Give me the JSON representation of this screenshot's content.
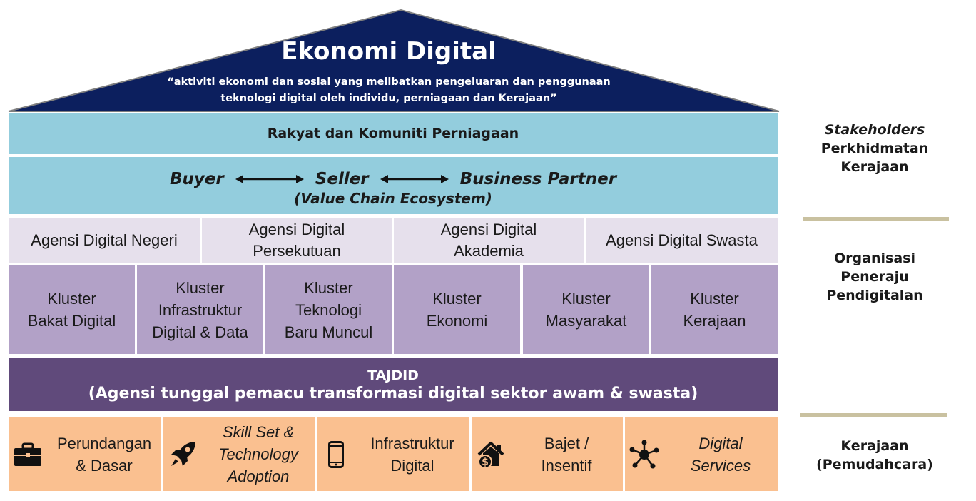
{
  "roof": {
    "title": "Ekonomi Digital",
    "subtitle_line1": "“aktiviti ekonomi dan sosial yang melibatkan pengeluaran dan penggunaan",
    "subtitle_line2": "teknologi digital oleh individu, perniagaan dan Kerajaan”"
  },
  "band1": {
    "label": "Rakyat dan Komuniti Perniagaan"
  },
  "band2": {
    "buyer": "Buyer",
    "seller": "Seller",
    "partner": "Business Partner",
    "subtitle": "(Value Chain Ecosystem)"
  },
  "agencies": [
    {
      "line1": "Agensi Digital Negeri",
      "line2": ""
    },
    {
      "line1": "Agensi Digital",
      "line2": "Persekutuan"
    },
    {
      "line1": "Agensi Digital",
      "line2": "Akademia"
    },
    {
      "line1": "Agensi Digital Swasta",
      "line2": ""
    }
  ],
  "clusters": [
    {
      "line1": "Kluster",
      "line2": "Bakat Digital",
      "line3": ""
    },
    {
      "line1": "Kluster",
      "line2": "Infrastruktur",
      "line3": "Digital & Data"
    },
    {
      "line1": "Kluster",
      "line2": "Teknologi",
      "line3": "Baru Muncul"
    },
    {
      "line1": "Kluster",
      "line2": "Ekonomi",
      "line3": ""
    },
    {
      "line1": "Kluster",
      "line2": "Masyarakat",
      "line3": ""
    },
    {
      "line1": "Kluster",
      "line2": "Kerajaan",
      "line3": ""
    }
  ],
  "tajdid": {
    "title": "TAJDID",
    "subtitle": "(Agensi tunggal pemacu transformasi digital sektor awam & swasta)"
  },
  "government": [
    {
      "icon": "briefcase-icon",
      "line1": "Perundangan",
      "line2": "& Dasar",
      "line3": ""
    },
    {
      "icon": "rocket-icon",
      "line1": "Skill Set &",
      "line2": "Technology",
      "line3": "Adoption"
    },
    {
      "icon": "smartphone-icon",
      "line1": "Infrastruktur",
      "line2": "Digital",
      "line3": ""
    },
    {
      "icon": "house-money-icon",
      "line1": "Bajet /",
      "line2": "Insentif",
      "line3": ""
    },
    {
      "icon": "network-icon",
      "line1": "Digital",
      "line2": "Services",
      "line3": ""
    }
  ],
  "side_labels": {
    "stakeholders_italic": "Stakeholders",
    "stakeholders_line2": "Perkhidmatan",
    "stakeholders_line3": "Kerajaan",
    "org_line1": "Organisasi",
    "org_line2": "Peneraju",
    "org_line3": "Pendigitalan",
    "gov_line1": "Kerajaan",
    "gov_line2": "(Pemudahcara)"
  },
  "colors": {
    "roof": "#0c1f5e",
    "light_blue": "#93cddd",
    "agency": "#e6e0ec",
    "cluster": "#b2a1c7",
    "tajdid": "#604a7b",
    "government": "#fac090",
    "divider": "#c9c1a0"
  }
}
